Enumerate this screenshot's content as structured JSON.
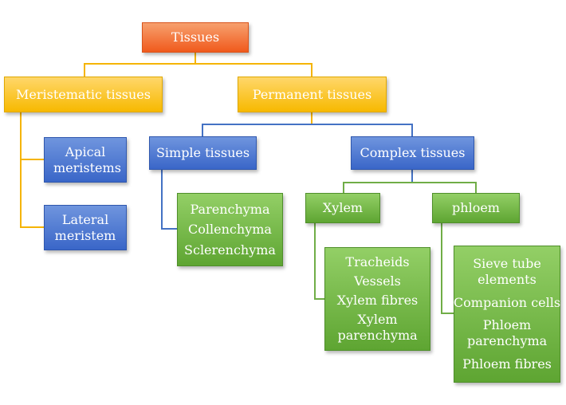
{
  "diagram": {
    "root": "Tissues",
    "meristematic": {
      "label": "Meristematic tissues",
      "children": [
        "Apical meristems",
        "Lateral meristem"
      ]
    },
    "permanent": {
      "label": "Permanent tissues",
      "simple": {
        "label": "Simple tissues",
        "items": [
          "Parenchyma",
          "Collenchyma",
          "Sclerenchyma"
        ]
      },
      "complex": {
        "label": "Complex tissues",
        "xylem": {
          "label": "Xylem",
          "items": [
            "Tracheids",
            "Vessels",
            "Xylem fibres",
            "Xylem parenchyma"
          ]
        },
        "phloem": {
          "label": "phloem",
          "items": [
            "Sieve tube elements",
            "Companion cells",
            "Phloem parenchyma",
            "Phloem fibres"
          ]
        }
      }
    }
  },
  "colors": {
    "orange": "#f05a1c",
    "yellow": "#f7b900",
    "blue": "#3a66c8",
    "green": "#5ea532",
    "connector_yellow": "#f5b400",
    "connector_blue": "#4472c4",
    "connector_green": "#70ad47"
  }
}
